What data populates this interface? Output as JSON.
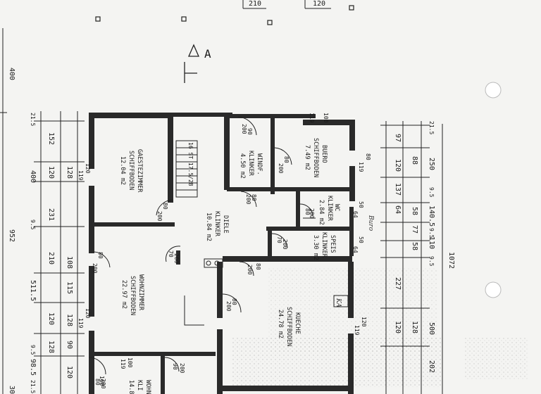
{
  "section_marker": "A",
  "top_dims": [
    "210",
    "120"
  ],
  "left_outer": [
    "400",
    "952",
    "30"
  ],
  "left_cols": {
    "c1": [
      "21.5",
      "400",
      "9.5",
      "511.5",
      "9.5",
      "98.5",
      "21.5"
    ],
    "c2": [
      "152",
      "120",
      "231",
      "210",
      "120",
      "128"
    ],
    "c3": [
      "128",
      "108",
      "115",
      "128",
      "90",
      "120"
    ]
  },
  "right_cols": {
    "c1": [
      "97",
      "120",
      "137",
      "64",
      "227",
      "120"
    ],
    "c2": [
      "21.5",
      "250",
      "9.5",
      "140.5",
      "9.5",
      "110",
      "9.5",
      "500",
      "202"
    ],
    "c3": [
      "88",
      "58",
      "77",
      "58",
      "128"
    ],
    "total": "1072"
  },
  "rooms": [
    {
      "name": "GAESTEZIMMER",
      "floor": "SCHIFFBODEN",
      "area": "12.04 m2"
    },
    {
      "name": "WOHNZIMMER",
      "floor": "SCHIFFBODEN",
      "area": "22.97 m2"
    },
    {
      "name": "DIELE",
      "floor": "KLINKER",
      "area": "10.84 m2"
    },
    {
      "name": "WINDF.",
      "floor": "KLINKER",
      "area": "4.50 m2"
    },
    {
      "name": "BUERO",
      "floor": "SCHIFFBODEN",
      "area": "7.49 m2"
    },
    {
      "name": "WC",
      "floor": "KLINKER",
      "area": "2.84 m2"
    },
    {
      "name": "SPEIS",
      "floor": "KLINKER",
      "area": "3.30 m2"
    },
    {
      "name": "KUECHE",
      "floor": "SCHIFFBODEN",
      "area": "24.78 m2"
    },
    {
      "name": "WOHN",
      "floor": "KLI",
      "area": "14.8"
    }
  ],
  "stair": "16 ST 17.5/28",
  "openings": [
    "100",
    "119",
    "80",
    "119",
    "120",
    "119",
    "120",
    "119",
    "50",
    "64",
    "50",
    "64",
    "120",
    "119",
    "100",
    "119",
    "160"
  ],
  "doors": [
    "90",
    "200",
    "80",
    "200",
    "80",
    "200",
    "80",
    "200",
    "80",
    "200",
    "70",
    "200",
    "70",
    "200",
    "80",
    "200",
    "80",
    "200",
    "80",
    "200",
    "90",
    "200",
    "80",
    "200"
  ],
  "handwritten": [
    "Buro",
    "KA"
  ]
}
